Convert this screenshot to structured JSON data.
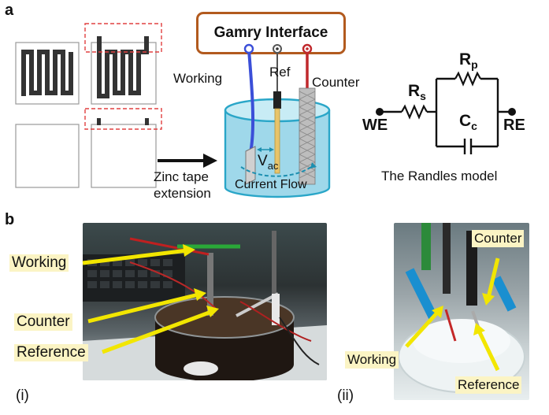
{
  "panel_a": {
    "letter": "a",
    "gamry_label": "Gamry Interface",
    "working_label": "Working",
    "ref_label": "Ref",
    "counter_label": "Counter",
    "vac_main": "V",
    "vac_sub": "ac",
    "current_flow_label": "Current Flow",
    "zinc_line1": "Zinc tape",
    "zinc_line2": "extension",
    "circuit": {
      "we_label": "WE",
      "re_label": "RE",
      "rs_main": "R",
      "rs_sub": "s",
      "rp_main": "R",
      "rp_sub": "p",
      "cc_main": "C",
      "cc_sub": "c"
    },
    "randles_caption": "The Randles model"
  },
  "panel_b": {
    "letter": "b",
    "photo_i": {
      "working_label": "Working",
      "counter_label": "Counter",
      "reference_label": "Reference",
      "roman": "(i)"
    },
    "photo_ii": {
      "counter_label": "Counter",
      "working_label": "Working",
      "reference_label": "Reference",
      "roman": "(ii)"
    }
  },
  "colors": {
    "gamry_border": "#b25a1e",
    "working_wire": "#3b4fd8",
    "counter_wire": "#c0282c",
    "dashed_box": "#e04040",
    "water": "#9fd8ea",
    "highlight": "#fbf4c4",
    "arrow_yellow": "#f2e600"
  }
}
